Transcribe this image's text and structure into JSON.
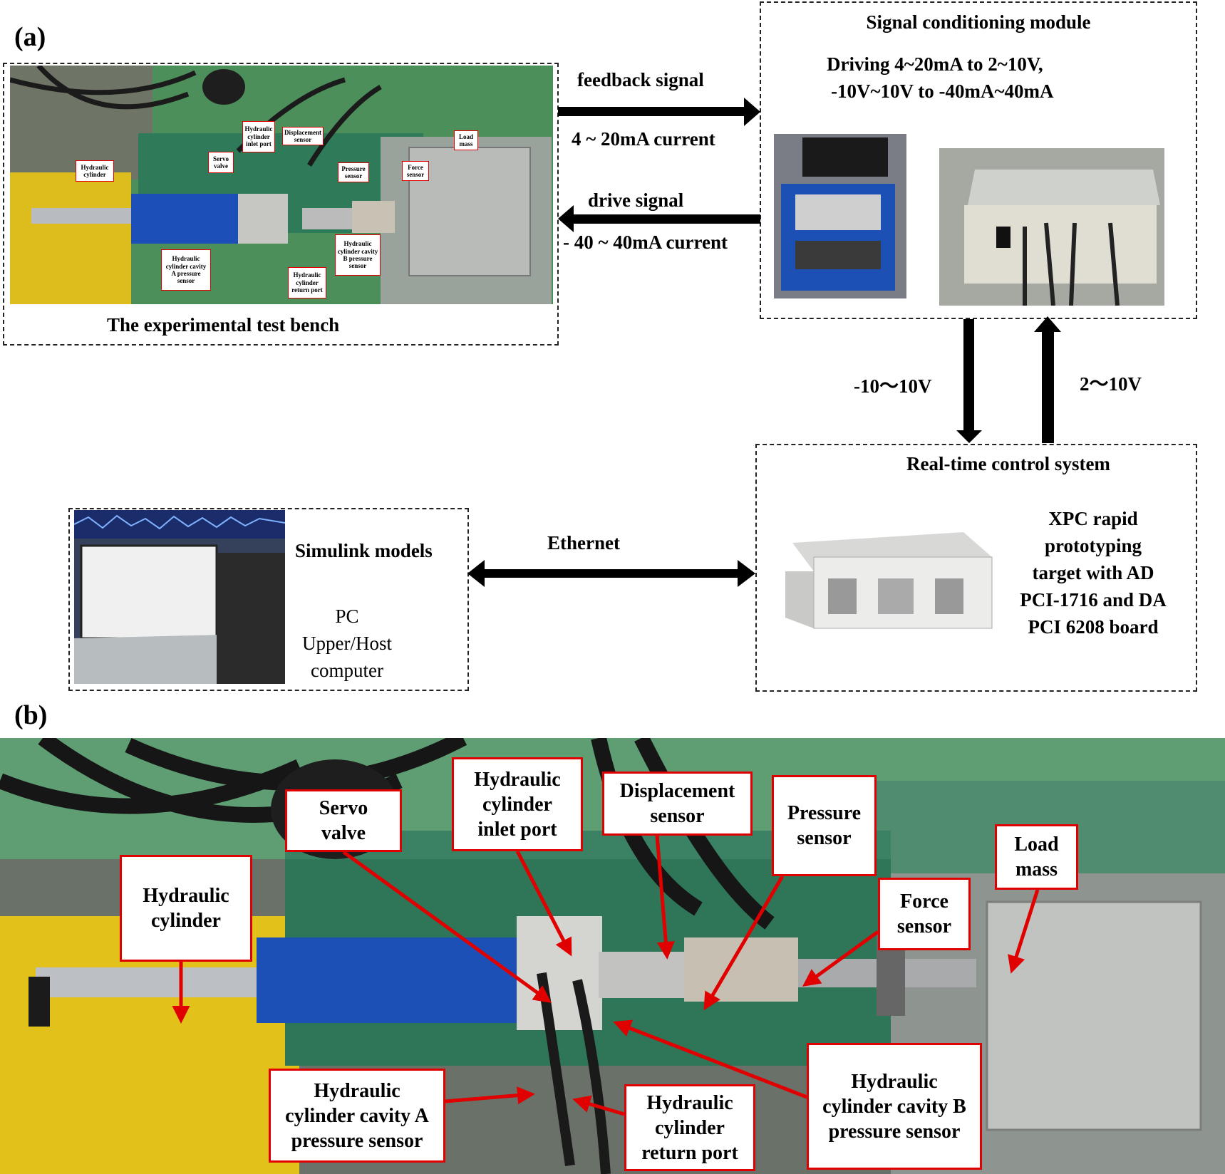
{
  "panel_a": {
    "label": "(a)",
    "test_bench": {
      "caption": "The experimental test bench",
      "callouts": {
        "hydraulic_cylinder": "Hydraulic\ncylinder",
        "servo_valve": "Servo\nvalve",
        "inlet_port": "Hydraulic\ncylinder\ninlet port",
        "displacement_sensor": "Displacement\nsensor",
        "pressure_sensor": "Pressure\nsensor",
        "force_sensor": "Force\nsensor",
        "load_mass": "Load\nmass",
        "cavity_a": "Hydraulic\ncylinder cavity\nA pressure\nsensor",
        "cavity_b": "Hydraulic\ncylinder cavity\nB pressure\nsensor",
        "return_port": "Hydraulic\ncylinder\nreturn port"
      }
    },
    "feedback": {
      "label": "feedback signal",
      "value": "4 ~ 20mA current"
    },
    "drive": {
      "label": "drive signal",
      "value": "- 40 ~ 40mA current"
    },
    "signal_module": {
      "title": "Signal conditioning module",
      "line1": "Driving 4~20mA to 2~10V,",
      "line2": "-10V~10V to -40mA~40mA"
    },
    "down_voltage": "-10～10V",
    "up_voltage": "2～10V",
    "realtime": {
      "title": "Real-time control system",
      "lines": [
        "XPC rapid",
        "prototyping",
        "target with AD",
        "PCI-1716 and DA",
        "PCI 6208 board"
      ]
    },
    "ethernet": "Ethernet",
    "pc": {
      "title": "Simulink  models",
      "lines": [
        "PC",
        "Upper/Host",
        "computer"
      ]
    }
  },
  "panel_b": {
    "label": "(b)",
    "callouts": {
      "servo_valve": "Servo\nvalve",
      "inlet_port": "Hydraulic\ncylinder\ninlet port",
      "displacement_sensor": "Displacement\nsensor",
      "pressure_sensor": "Pressure\nsensor",
      "load_mass": "Load\nmass",
      "hydraulic_cylinder": "Hydraulic\ncylinder",
      "force_sensor": "Force\nsensor",
      "cavity_a": "Hydraulic\ncylinder cavity A\npressure sensor",
      "return_port": "Hydraulic\ncylinder\nreturn port",
      "cavity_b": "Hydraulic\ncylinder cavity B\npressure sensor"
    }
  },
  "colors": {
    "callout_border": "#e00000",
    "arrow": "#000000",
    "photo_wall_green": "#3f8a5a",
    "cylinder_blue": "#1f4fb5",
    "frame_yellow": "#e2c21a"
  }
}
